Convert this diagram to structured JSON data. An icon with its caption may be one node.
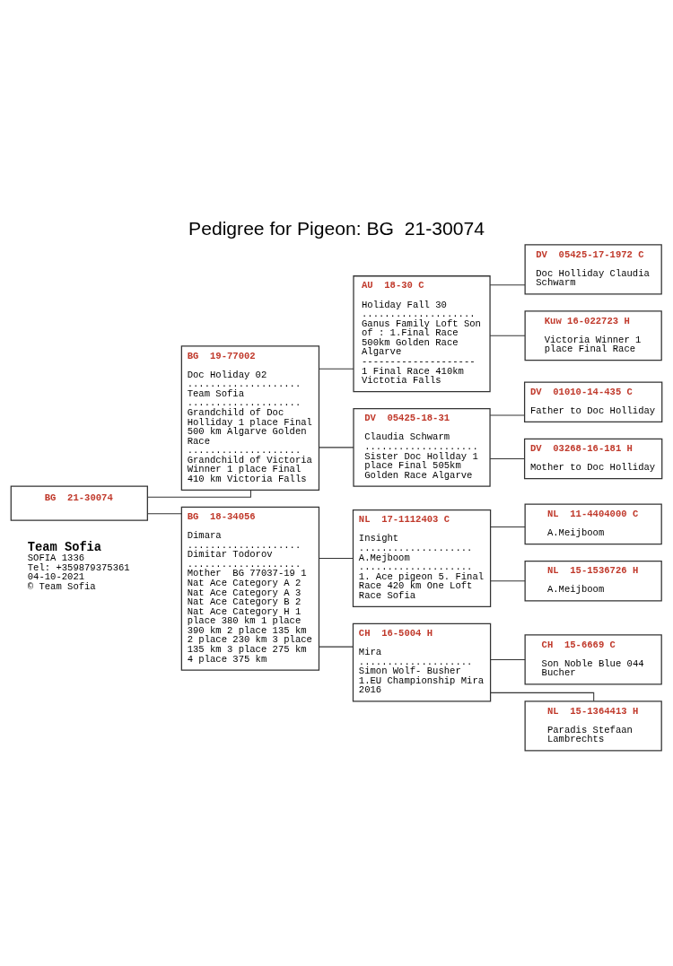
{
  "diagram": {
    "title": "Pedigree for Pigeon: BG  21-30074",
    "nodes": [
      {
        "text": [
          "BG  21-30074"
        ]
      },
      {
        "text": [
          "BG  19-77002",
          "Doc Holiday 02",
          "....................",
          "Team Sofia",
          "....................",
          "Grandchild of Doc Holliday 1 place Final 500 km Algarve Golden Race",
          "....................",
          "Grandchild of Victoria Winner 1 place Final 410 km Victoria Falls"
        ]
      },
      {
        "text": [
          "BG  18-34056",
          "Dimara",
          "....................",
          "Dimitar Todorov",
          "....................",
          "Mother  BG 77037-19 1 Nat Ace Category A 2 Nat Ace Category A 3 Nat Ace Category B 2 Nat Ace Category H 1 place 380 km 1 place 390 km 2 place 135 km 2 place 230 km 3 place 135 km 3 place 275 km 4 place 375 km"
        ]
      },
      {
        "text": [
          "AU  18-30 C",
          "Holiday Fall 30",
          "....................",
          "Ganus Family Loft Son of : 1.Final Race 500km Golden Race Algarve",
          "--------------------",
          "1 Final Race 410km Victotia Falls"
        ]
      },
      {
        "text": [
          "DV  05425-18-31",
          "Claudia Schwarm",
          "....................",
          "Sister Doc Hollday 1 place Final 505km Golden Race Algarve"
        ]
      },
      {
        "text": [
          "NL  17-1112403 C",
          "Insight",
          "....................",
          "A.Mejboom",
          "....................",
          "1. Ace pigeon 5. Final Race 420 km One Loft Race Sofia"
        ]
      },
      {
        "text": [
          "CH  16-5004 H",
          "Mira",
          "....................",
          "Simon Wolf- Busher 1.EU Championship Mira 2016"
        ]
      },
      {
        "text": [
          "DV  05425-17-1972 C",
          "Doc Holliday Claudia Schwarm"
        ]
      },
      {
        "text": [
          "Kuw 16-022723 H",
          "Victoria Winner 1 place Final Race"
        ]
      },
      {
        "text": [
          "DV  01010-14-435 C",
          "Father to Doc Holliday"
        ]
      },
      {
        "text": [
          "DV  03268-16-181 H",
          "Mother to Doc Holliday"
        ]
      },
      {
        "text": [
          "NL  11-4404000 C",
          "A.Meijboom"
        ]
      },
      {
        "text": [
          "NL  15-1536726 H",
          "A.Meijboom"
        ]
      },
      {
        "text": [
          "CH  15-6669 C",
          "Son Noble Blue 044 Bucher"
        ]
      },
      {
        "text": [
          "NL  15-1364413 H",
          "Paradis Stefaan Lambrechts"
        ]
      }
    ],
    "edges": [
      {
        "from": 0,
        "to": 1,
        "arrow": "none"
      },
      {
        "from": 0,
        "to": 2,
        "arrow": "none"
      },
      {
        "from": 1,
        "to": 3,
        "arrow": "none"
      },
      {
        "from": 1,
        "to": 4,
        "arrow": "none"
      },
      {
        "from": 2,
        "to": 5,
        "arrow": "none"
      },
      {
        "from": 2,
        "to": 6,
        "arrow": "none"
      },
      {
        "from": 3,
        "to": 7,
        "arrow": "none"
      },
      {
        "from": 3,
        "to": 8,
        "arrow": "none"
      },
      {
        "from": 4,
        "to": 9,
        "arrow": "none"
      },
      {
        "from": 4,
        "to": 10,
        "arrow": "none"
      },
      {
        "from": 5,
        "to": 11,
        "arrow": "none"
      },
      {
        "from": 5,
        "to": 12,
        "arrow": "none"
      },
      {
        "from": 6,
        "to": 13,
        "arrow": "none"
      },
      {
        "from": 6,
        "to": 14,
        "arrow": "none"
      }
    ],
    "labels": [
      "Team Sofia",
      "SOFIA 1336",
      "Tel: +359879375361",
      "04-10-2021",
      "© Team Sofia"
    ]
  }
}
